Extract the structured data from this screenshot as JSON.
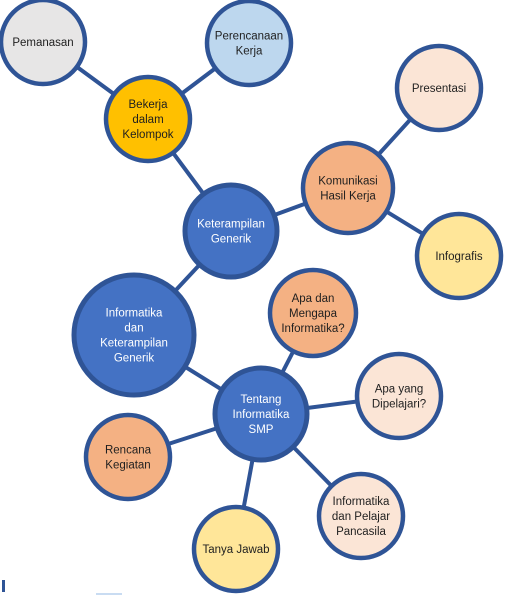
{
  "diagram": {
    "type": "bubble-map",
    "colors": {
      "edge": "#2f5496",
      "node_blue_fill": "#4472c4",
      "node_blue_stroke": "#2f5496",
      "node_yellow_fill": "#ffc000",
      "node_orange_fill": "#f4b183",
      "node_light_orange_fill": "#fbe5d6",
      "node_light_yellow_fill": "#ffe699",
      "node_light_blue_fill": "#bdd7ee",
      "node_gray_fill": "#e7e6e6"
    },
    "nodes": [
      {
        "id": "informatika",
        "lines": [
          "Informatika",
          "dan",
          "Keterampilan",
          "Generik"
        ],
        "style": "blue"
      },
      {
        "id": "keterampilan",
        "lines": [
          "Keterampilan",
          "Generik"
        ],
        "style": "blue"
      },
      {
        "id": "tentang",
        "lines": [
          "Tentang",
          "Informatika",
          "SMP"
        ],
        "style": "blue"
      },
      {
        "id": "bekerja",
        "lines": [
          "Bekerja",
          "dalam",
          "Kelompok"
        ],
        "style": "yellow"
      },
      {
        "id": "pemanasan",
        "lines": [
          "Pemanasan"
        ],
        "style": "gray"
      },
      {
        "id": "perencanaan",
        "lines": [
          "Perencanaan",
          "Kerja"
        ],
        "style": "light_blue"
      },
      {
        "id": "komunikasi",
        "lines": [
          "Komunikasi",
          "Hasil Kerja"
        ],
        "style": "orange"
      },
      {
        "id": "presentasi",
        "lines": [
          "Presentasi"
        ],
        "style": "light_orange"
      },
      {
        "id": "infografis",
        "lines": [
          "Infografis"
        ],
        "style": "light_yellow"
      },
      {
        "id": "apa-dan",
        "lines": [
          "Apa dan",
          "Mengapa",
          "Informatika?"
        ],
        "style": "orange"
      },
      {
        "id": "apa-yang",
        "lines": [
          "Apa yang",
          "Dipelajari?"
        ],
        "style": "light_orange"
      },
      {
        "id": "rencana",
        "lines": [
          "Rencana",
          "Kegiatan"
        ],
        "style": "orange"
      },
      {
        "id": "tanya",
        "lines": [
          "Tanya Jawab"
        ],
        "style": "light_yellow"
      },
      {
        "id": "pancasila",
        "lines": [
          "Informatika",
          "dan Pelajar",
          "Pancasila"
        ],
        "style": "light_orange"
      }
    ],
    "edges": [
      [
        "informatika",
        "keterampilan"
      ],
      [
        "informatika",
        "tentang"
      ],
      [
        "keterampilan",
        "bekerja"
      ],
      [
        "keterampilan",
        "komunikasi"
      ],
      [
        "bekerja",
        "pemanasan"
      ],
      [
        "bekerja",
        "perencanaan"
      ],
      [
        "komunikasi",
        "presentasi"
      ],
      [
        "komunikasi",
        "infografis"
      ],
      [
        "tentang",
        "apa-dan"
      ],
      [
        "tentang",
        "apa-yang"
      ],
      [
        "tentang",
        "rencana"
      ],
      [
        "tentang",
        "tanya"
      ],
      [
        "tentang",
        "pancasila"
      ]
    ]
  }
}
